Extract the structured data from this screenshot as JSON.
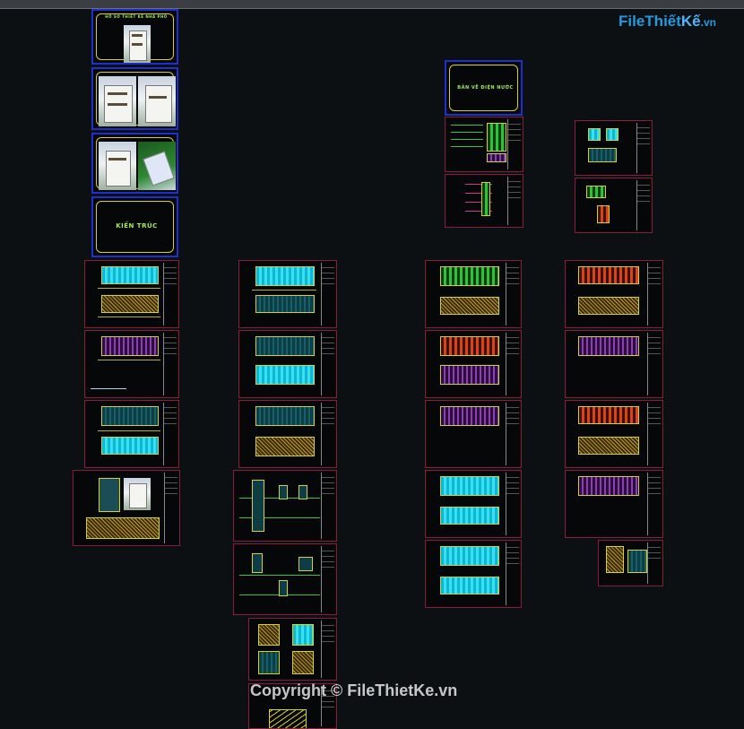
{
  "titles": {
    "cover_top": "HỒ SƠ THIẾT KẾ NHÀ PHỐ",
    "architecture": "KIẾN TRÚC",
    "electric_water": "BẢN VẼ ĐIỆN NƯỚC"
  },
  "watermark": "Copyright © FileThietKe.vn",
  "logo": {
    "file": "File",
    "thiet": "Thiết",
    "ke": "Kế",
    "vn": ".vn"
  },
  "colors": {
    "background": "#0c1012",
    "sheet_border": "#8a1c3a",
    "cover_border": "#1e2fd0",
    "frame_yellow": "#d9d21a",
    "label_green": "#9ef04a"
  }
}
